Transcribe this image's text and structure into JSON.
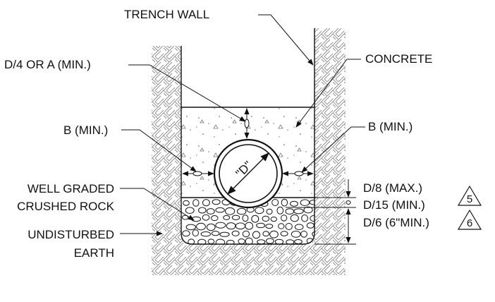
{
  "labels": {
    "trench_wall": "TRENCH WALL",
    "concrete": "CONCRETE",
    "d4_or_a_min": "D/4 OR A (MIN.)",
    "b_min_left": "B (MIN.)",
    "b_min_right": "B (MIN.)",
    "well_graded_line1": "WELL GRADED",
    "well_graded_line2": "CRUSHED ROCK",
    "undisturbed_line1": "UNDISTURBED",
    "undisturbed_line2": "EARTH",
    "d8_max": "D/8 (MAX.)",
    "d15_min": "D/15 (MIN.)",
    "d6_min": "D/6 (6\"MIN.)",
    "pipe_diameter": "\"D\"",
    "revision_5": "5",
    "revision_6": "6"
  }
}
